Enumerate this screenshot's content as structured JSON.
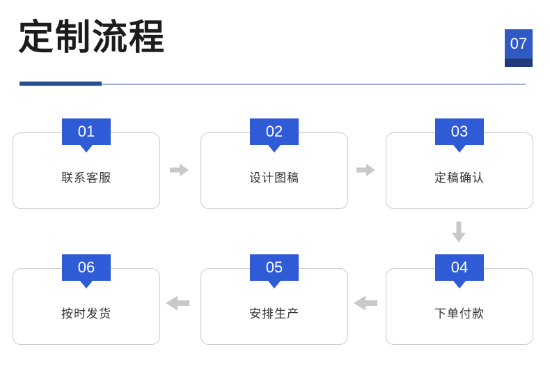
{
  "header": {
    "title": "定制流程",
    "section_number": "07",
    "accent_color": "#2f5bd7",
    "accent_dark_color": "#1f3a78",
    "rule_dark_color": "#2a4f8f",
    "rule_light_color": "#9eb0d8"
  },
  "flow": {
    "steps": [
      {
        "number": "01",
        "label": "联系客服"
      },
      {
        "number": "02",
        "label": "设计图稿"
      },
      {
        "number": "03",
        "label": "定稿确认"
      },
      {
        "number": "04",
        "label": "下单付款"
      },
      {
        "number": "05",
        "label": "安排生产"
      },
      {
        "number": "06",
        "label": "按时发货"
      }
    ],
    "connectors": [
      {
        "from": "01",
        "to": "02",
        "direction": "right"
      },
      {
        "from": "02",
        "to": "03",
        "direction": "right"
      },
      {
        "from": "03",
        "to": "04",
        "direction": "down"
      },
      {
        "from": "04",
        "to": "05",
        "direction": "left"
      },
      {
        "from": "05",
        "to": "06",
        "direction": "left"
      }
    ],
    "arrow_color": "#c9c9c9",
    "card_border_color": "#cacaca",
    "label_color": "#333333"
  }
}
